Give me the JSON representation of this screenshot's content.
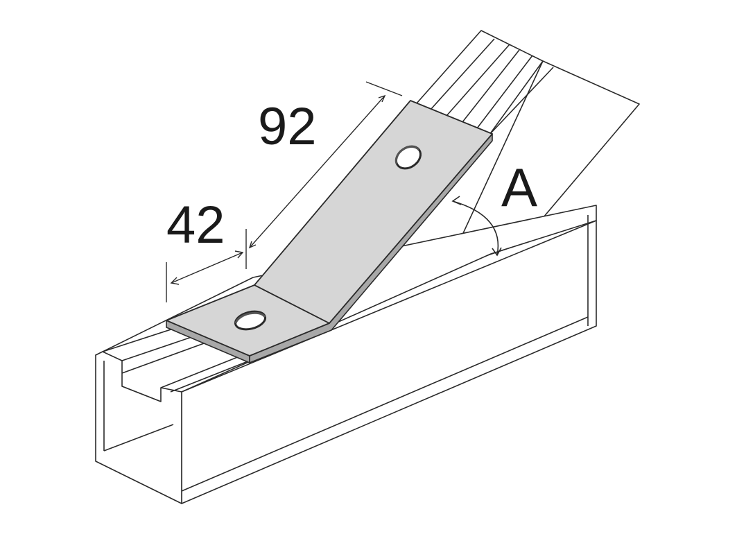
{
  "dimensions": {
    "length": "92",
    "width": "42",
    "angle": "A"
  },
  "colors": {
    "line": "#2a2a2a",
    "bracket_fill": "#d6d6d6",
    "bracket_edge": "#a8a8a8",
    "background": "#ffffff"
  }
}
